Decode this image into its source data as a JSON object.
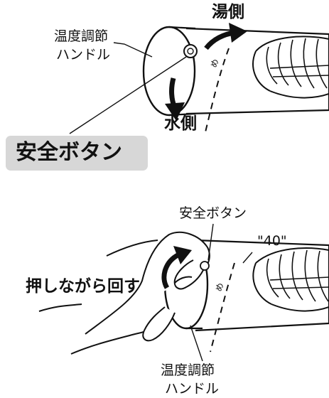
{
  "colors": {
    "ink": "#111111",
    "badge_bg": "#d7d7d7",
    "paper": "#ffffff"
  },
  "top": {
    "handle_label_line1": "温度調節",
    "handle_label_line2": "ハンドル",
    "hot_side": "湯側",
    "cold_side": "水側",
    "safety_button_badge": "安全ボタン",
    "scale_mark": "め"
  },
  "bottom": {
    "safety_button_label": "安全ボタン",
    "temperature_mark": "\"40\"",
    "instruction": "押しながら回す",
    "handle_label_line1": "温度調節",
    "handle_label_line2": "ハンドル",
    "scale_mark": "め"
  }
}
